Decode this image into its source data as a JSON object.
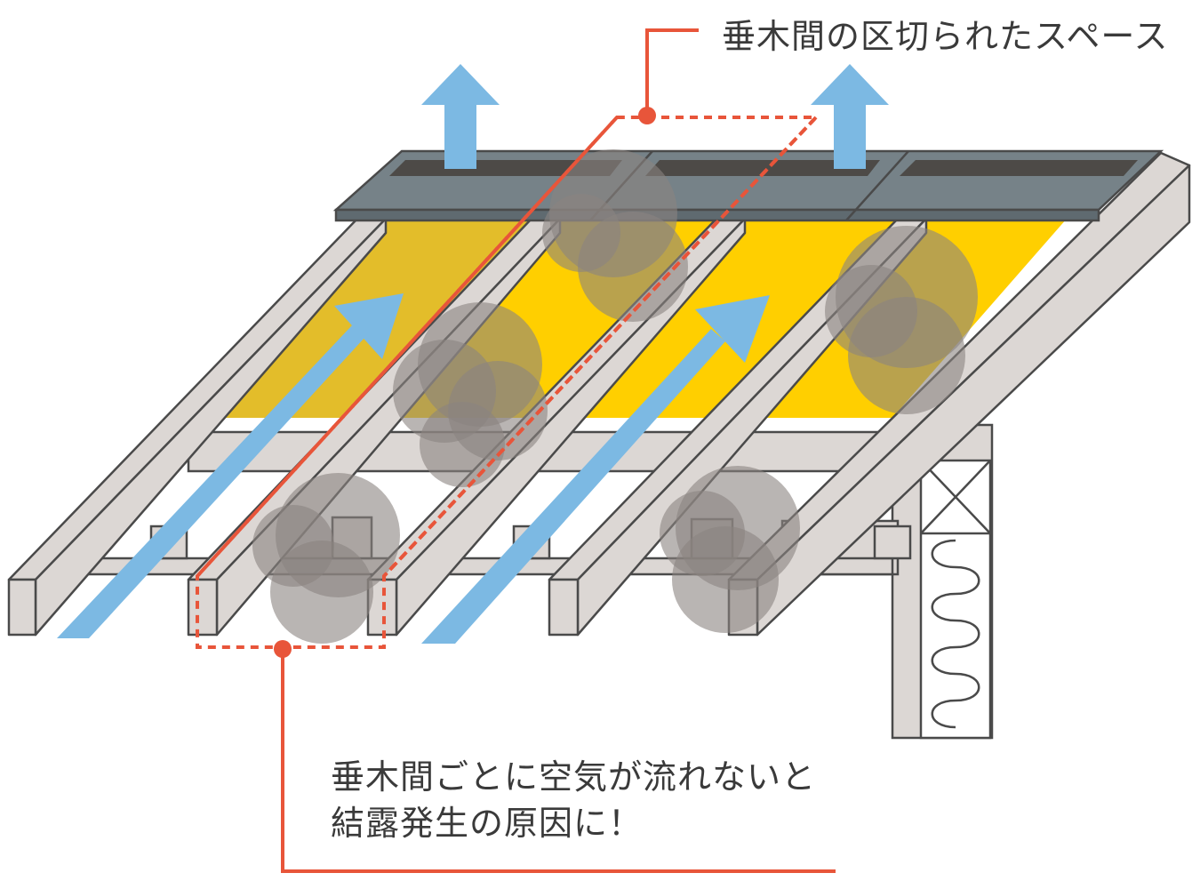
{
  "labels": {
    "rafter_space": "垂木間の区切られたスペース",
    "warning_line1": "垂木間ごとに空気が流れないと",
    "warning_line2": "結露発生の原因に！"
  },
  "colors": {
    "rafter_fill": "#dcd7d4",
    "rafter_stroke": "#4a4a4a",
    "insulation": "#ffcf00",
    "insulation_shaded": "#e3bd2a",
    "ridge_vent": "#768288",
    "vent_slot": "#4d4a47",
    "airflow_arrow": "#7cb9e3",
    "moisture_cloud": "#8a8380",
    "callout_line": "#e8553a",
    "callout_dashed": "#e8553a"
  }
}
